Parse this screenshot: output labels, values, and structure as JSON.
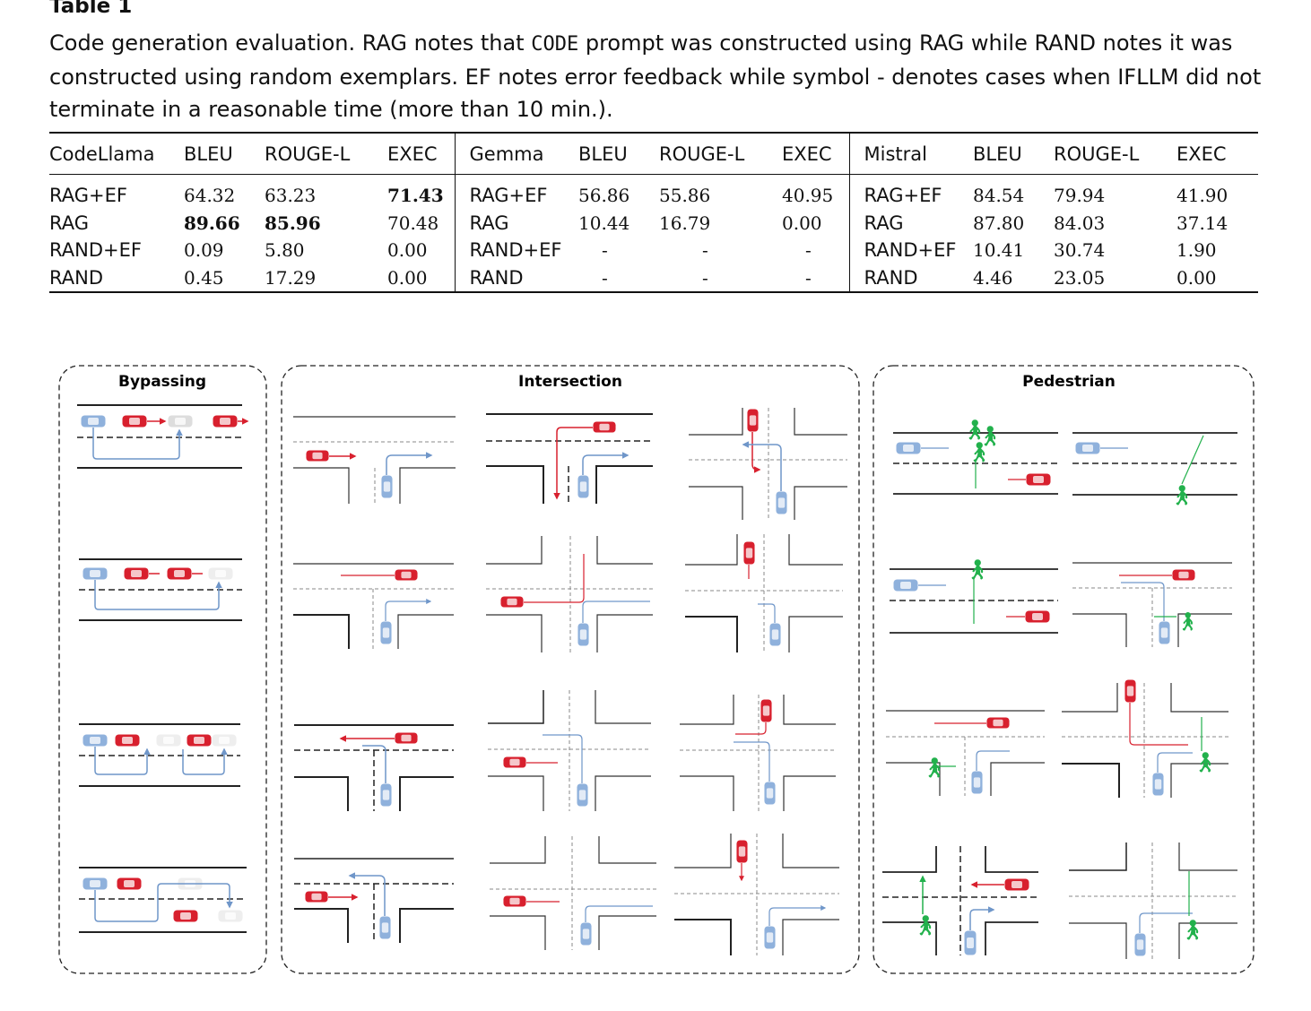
{
  "table_title": "Table 1",
  "caption": {
    "part1": "Code generation evaluation. RAG notes that ",
    "code_word": "CODE",
    "part2": " prompt was constructed using RAG while RAND notes it was constructed using random exemplars. EF notes error feedback while symbol - denotes cases when IFLLM did not terminate in a reasonable time (more than 10 min.)."
  },
  "table": {
    "headers": [
      "CodeLlama",
      "BLEU",
      "ROUGE-L",
      "EXEC",
      "Gemma",
      "BLEU",
      "ROUGE-L",
      "EXEC",
      "Mistral",
      "BLEU",
      "ROUGE-L",
      "EXEC"
    ],
    "rows": [
      [
        "RAG+EF",
        "64.32",
        "63.23",
        "71.43",
        "RAG+EF",
        "56.86",
        "55.86",
        "40.95",
        "RAG+EF",
        "84.54",
        "79.94",
        "41.90"
      ],
      [
        "RAG",
        "89.66",
        "85.96",
        "70.48",
        "RAG",
        "10.44",
        "16.79",
        "0.00",
        "RAG",
        "87.80",
        "84.03",
        "37.14"
      ],
      [
        "RAND+EF",
        "0.09",
        "5.80",
        "0.00",
        "RAND+EF",
        "-",
        "-",
        "-",
        "RAND+EF",
        "10.41",
        "30.74",
        "1.90"
      ],
      [
        "RAND",
        "0.45",
        "17.29",
        "0.00",
        "RAND",
        "-",
        "-",
        "-",
        "RAND",
        "4.46",
        "23.05",
        "0.00"
      ]
    ]
  },
  "figure": {
    "panels": [
      {
        "title": "Bypassing"
      },
      {
        "title": "Intersection"
      },
      {
        "title": "Pedestrian"
      }
    ],
    "colors": {
      "ego": "#8fb1dc",
      "ego_dark": "#6f96c9",
      "other": "#d8202e",
      "pedestrian": "#22b14c",
      "ghost": "#c9c9c9"
    }
  }
}
